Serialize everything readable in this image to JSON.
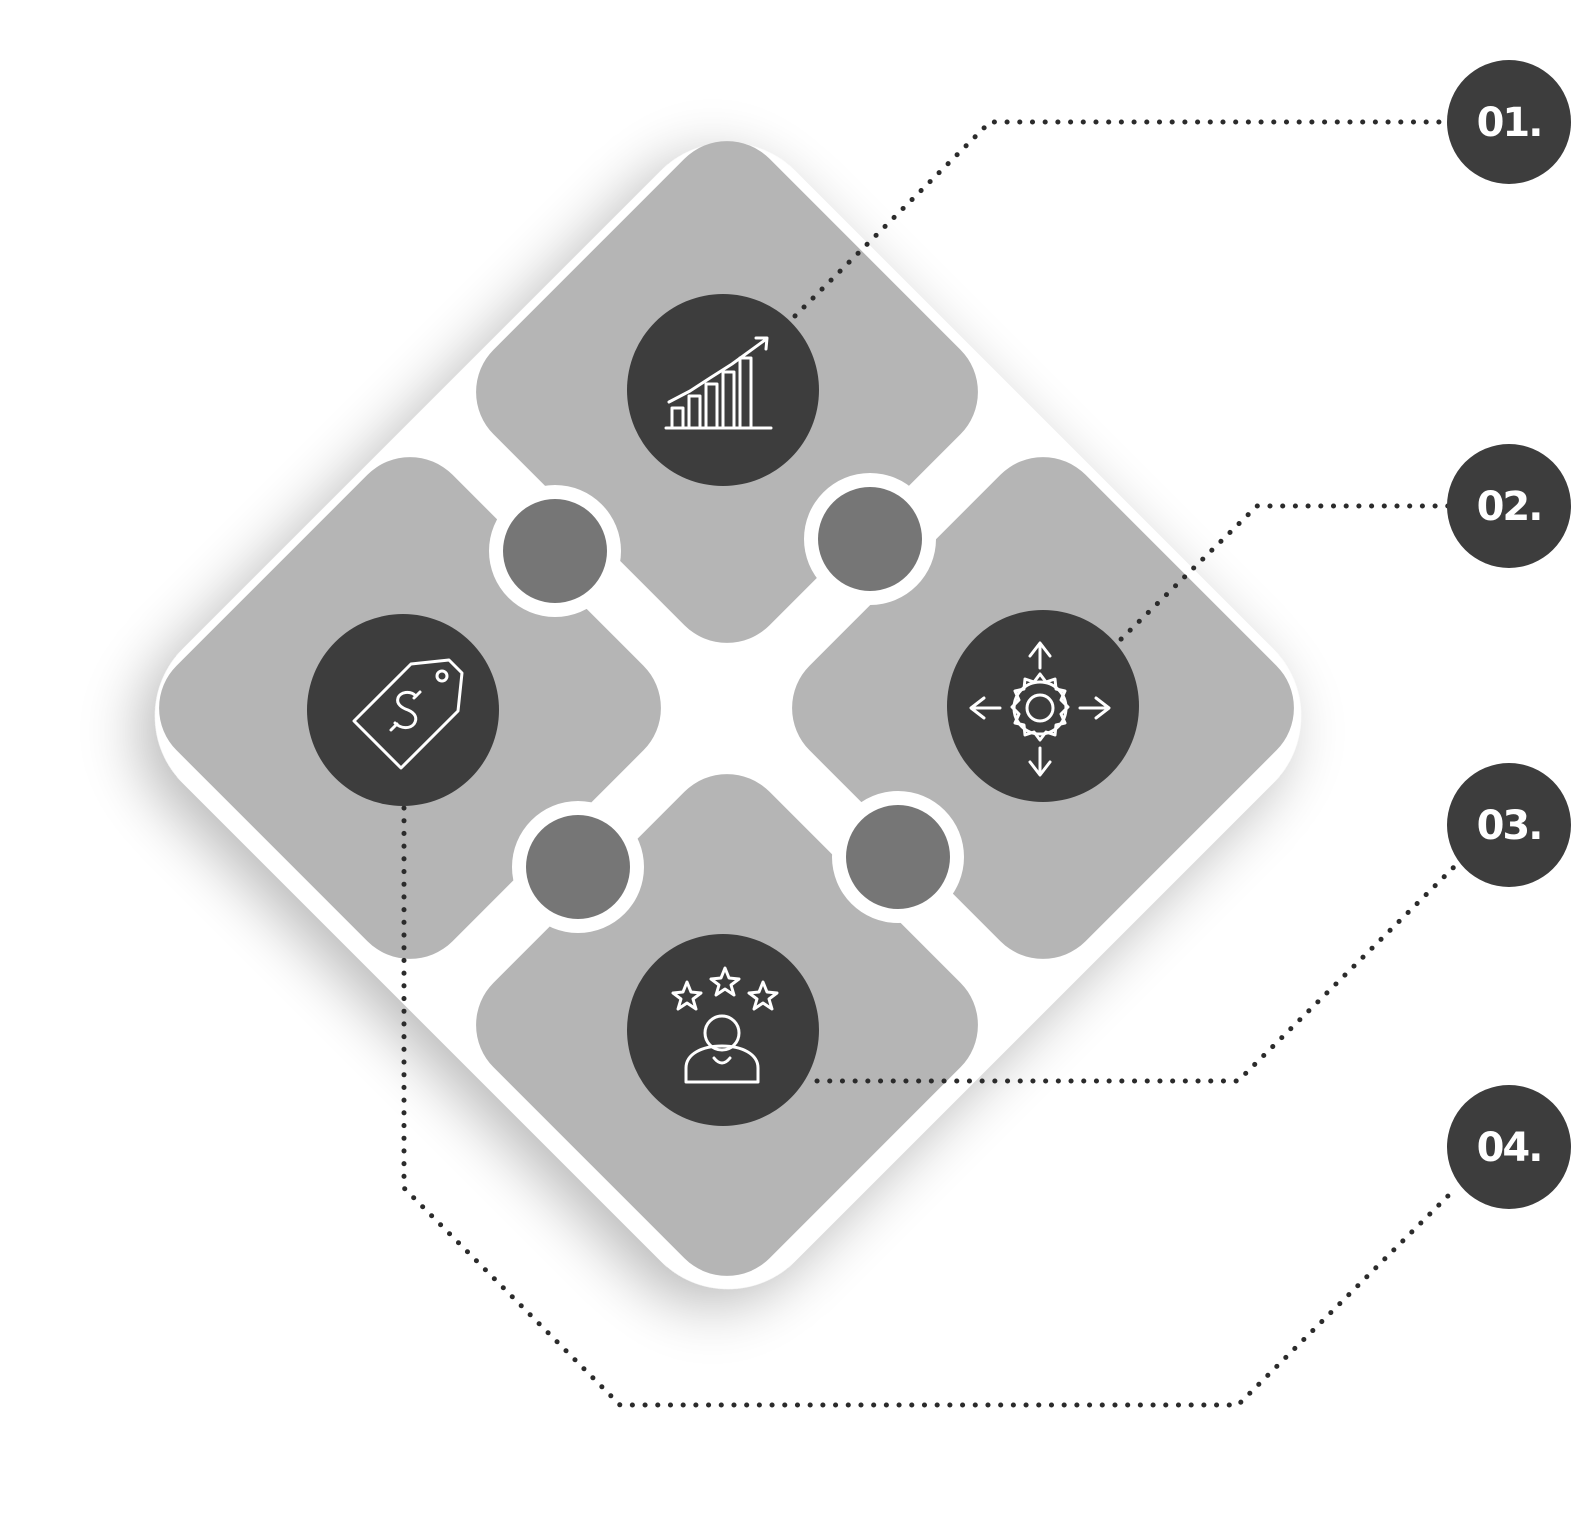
{
  "steps": [
    {
      "number": "01.",
      "icon": "growth-chart-icon"
    },
    {
      "number": "02.",
      "icon": "gear-expand-icon"
    },
    {
      "number": "03.",
      "icon": "customer-rating-icon"
    },
    {
      "number": "04.",
      "icon": "price-tag-icon"
    }
  ],
  "colors": {
    "background": "#ffffff",
    "tile": "#b5b5b5",
    "knob": "#767676",
    "badge": "#3d3d3d",
    "dots": "#2b2b2b"
  }
}
